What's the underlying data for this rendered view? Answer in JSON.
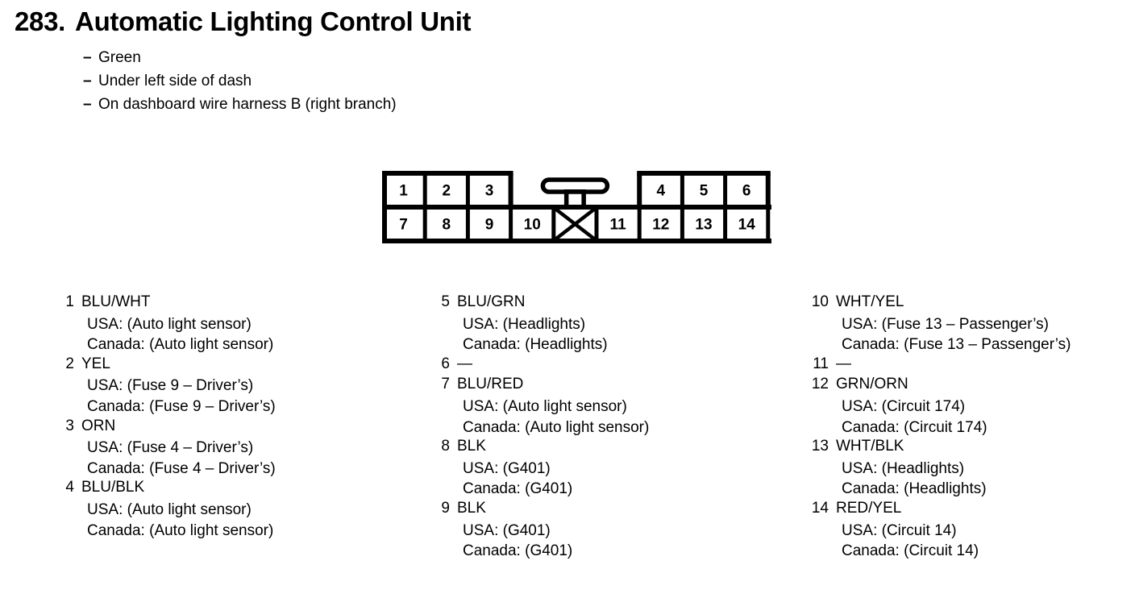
{
  "title": {
    "number": "283.",
    "name": "Automatic Lighting Control Unit"
  },
  "notes": {
    "dash": "–",
    "items": [
      "Green",
      "Under left side of dash",
      "On dashboard wire harness B (right branch)"
    ]
  },
  "connector": {
    "top_row_left": [
      "1",
      "2",
      "3"
    ],
    "top_row_right": [
      "4",
      "5",
      "6"
    ],
    "bottom_row": [
      "7",
      "8",
      "9",
      "10",
      "",
      "11",
      "12",
      "13",
      "14"
    ],
    "blank_cell_index": 4,
    "latch_name": "connector-latch-tab"
  },
  "columns": [
    {
      "pins": [
        {
          "number": "1",
          "color": "BLU/WHT",
          "usa": "USA: (Auto light sensor)",
          "canada": "Canada: (Auto light sensor)"
        },
        {
          "number": "2",
          "color": "YEL",
          "usa": "USA: (Fuse 9 – Driver’s)",
          "canada": "Canada: (Fuse 9 – Driver’s)"
        },
        {
          "number": "3",
          "color": "ORN",
          "usa": "USA: (Fuse 4 – Driver’s)",
          "canada": "Canada: (Fuse 4 – Driver’s)"
        },
        {
          "number": "4",
          "color": "BLU/BLK",
          "usa": "USA: (Auto light sensor)",
          "canada": "Canada: (Auto light sensor)"
        }
      ]
    },
    {
      "pins": [
        {
          "number": "5",
          "color": "BLU/GRN",
          "usa": "USA: (Headlights)",
          "canada": "Canada: (Headlights)"
        },
        {
          "number": "6",
          "color": "—",
          "usa": "",
          "canada": ""
        },
        {
          "number": "7",
          "color": "BLU/RED",
          "usa": "USA: (Auto light sensor)",
          "canada": "Canada: (Auto light sensor)"
        },
        {
          "number": "8",
          "color": "BLK",
          "usa": "USA: (G401)",
          "canada": "Canada: (G401)"
        },
        {
          "number": "9",
          "color": "BLK",
          "usa": "USA: (G401)",
          "canada": "Canada: (G401)"
        }
      ]
    },
    {
      "pins": [
        {
          "number": "10",
          "color": "WHT/YEL",
          "usa": "USA: (Fuse 13 – Passenger’s)",
          "canada": "Canada: (Fuse 13 – Passenger’s)"
        },
        {
          "number": "11",
          "color": "—",
          "usa": "",
          "canada": ""
        },
        {
          "number": "12",
          "color": "GRN/ORN",
          "usa": "USA: (Circuit 174)",
          "canada": "Canada: (Circuit 174)"
        },
        {
          "number": "13",
          "color": "WHT/BLK",
          "usa": "USA: (Headlights)",
          "canada": "Canada: (Headlights)"
        },
        {
          "number": "14",
          "color": "RED/YEL",
          "usa": "USA: (Circuit 14)",
          "canada": "Canada: (Circuit 14)"
        }
      ]
    }
  ],
  "colors": {
    "ink": "#000000",
    "paper": "#ffffff"
  }
}
